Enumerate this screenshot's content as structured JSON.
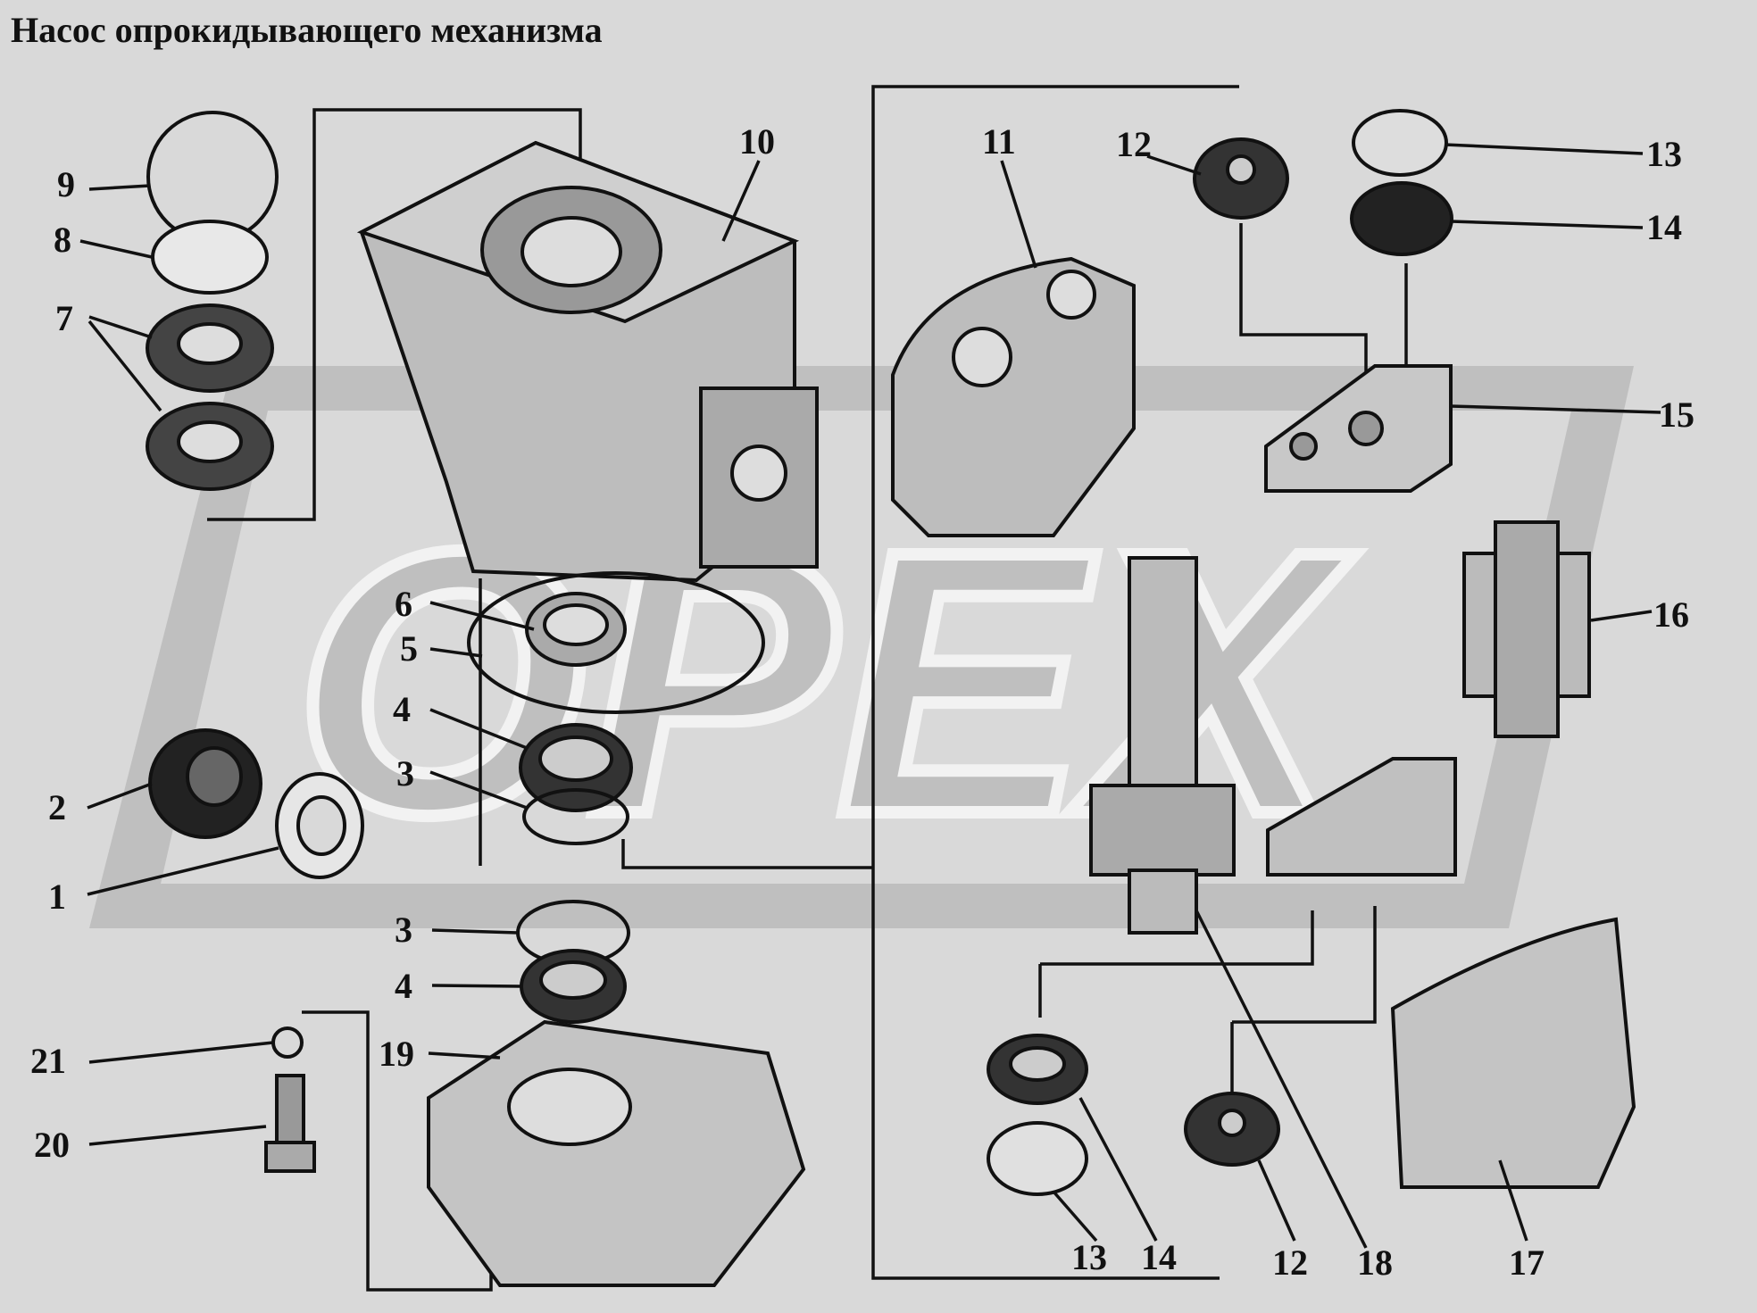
{
  "title": "Насос опрокидывающего механизма",
  "watermark": "OPEX",
  "colors": {
    "background": "#d9d9d9",
    "ink": "#111111",
    "watermark": "#bfbfbf"
  },
  "callouts": [
    "9",
    "8",
    "7",
    "6",
    "5",
    "4",
    "3",
    "2",
    "1",
    "3",
    "4",
    "21",
    "20",
    "19",
    "10",
    "11",
    "12",
    "13",
    "14",
    "15",
    "16",
    "18",
    "17",
    "13",
    "14",
    "12"
  ]
}
